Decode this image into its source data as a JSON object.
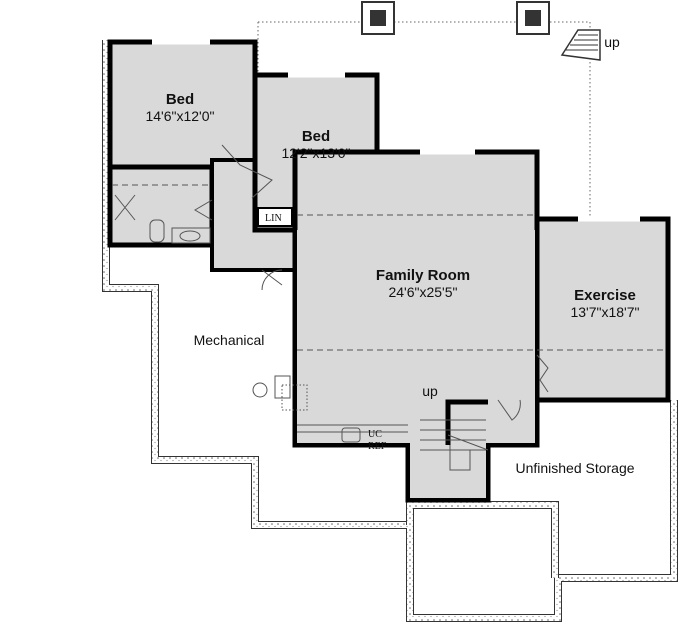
{
  "rooms": [
    {
      "name": "Bed",
      "size": "14'6\"x12'0\""
    },
    {
      "name": "Bed",
      "size": "12'2\"x13'0\""
    },
    {
      "name": "Family Room",
      "size": "24'6\"x25'5\""
    },
    {
      "name": "Exercise",
      "size": "13'7\"x18'7\""
    }
  ],
  "areas": {
    "mechanical": "Mechanical",
    "storage": "Unfinished Storage"
  },
  "labels": {
    "linen": "LIN",
    "stair_up": "up",
    "deck_stair_up": "up",
    "uc": "UC",
    "ref": "REF"
  },
  "colors": {
    "room_fill": "#d9d9d9",
    "wall": "#000000",
    "foundation": "#bdbdbd"
  }
}
